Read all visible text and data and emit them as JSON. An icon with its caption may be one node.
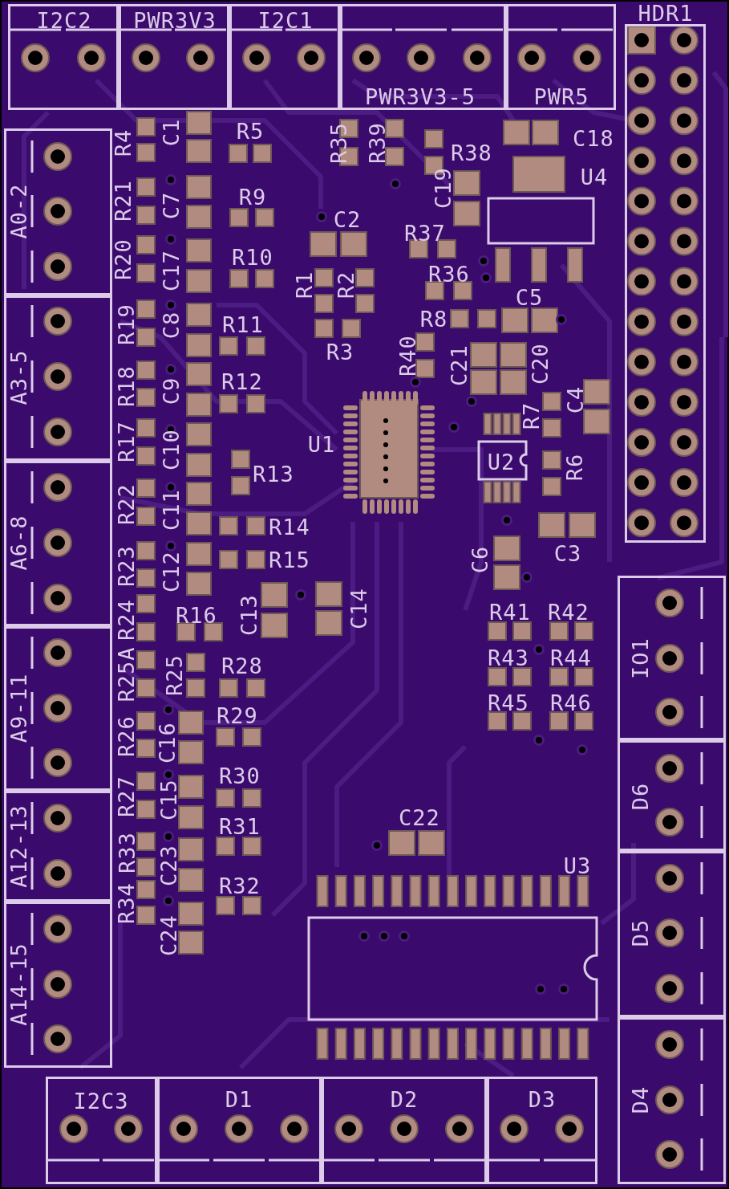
{
  "diagram": {
    "nodes": [
      {
        "text": [
          "I2C2"
        ]
      },
      {
        "text": [
          "PWR3V3"
        ]
      },
      {
        "text": [
          "I2C1"
        ]
      },
      {
        "text": [
          "PWR3V3-5"
        ]
      },
      {
        "text": [
          "PWR5"
        ]
      },
      {
        "text": [
          "HDR1"
        ]
      },
      {
        "text": [
          "A0-2"
        ]
      },
      {
        "text": [
          "A3-5"
        ]
      },
      {
        "text": [
          "A6-8"
        ]
      },
      {
        "text": [
          "A9-11"
        ]
      },
      {
        "text": [
          "A12-13"
        ]
      },
      {
        "text": [
          "A14-15"
        ]
      },
      {
        "text": [
          "IO1"
        ]
      },
      {
        "text": [
          "D6"
        ]
      },
      {
        "text": [
          "D5"
        ]
      },
      {
        "text": [
          "D4"
        ]
      },
      {
        "text": [
          "I2C3"
        ]
      },
      {
        "text": [
          "D1"
        ]
      },
      {
        "text": [
          "D2"
        ]
      },
      {
        "text": [
          "D3"
        ]
      }
    ],
    "labels": [
      "R4",
      "C1",
      "R5",
      "R35",
      "R39",
      "C18",
      "R38",
      "U4",
      "R21",
      "C7",
      "R9",
      "C19",
      "C2",
      "R37",
      "R20",
      "C17",
      "R10",
      "R1",
      "R2",
      "R36",
      "C5",
      "R8",
      "R19",
      "C8",
      "R11",
      "R3",
      "R40",
      "C21",
      "C20",
      "R18",
      "C9",
      "R12",
      "R7",
      "C4",
      "R17",
      "C10",
      "U1",
      "U2",
      "R13",
      "R6",
      "R22",
      "C11",
      "R14",
      "C3",
      "C6",
      "R23",
      "C12",
      "R15",
      "R24",
      "R16",
      "C13",
      "C14",
      "R41",
      "R42",
      "R43",
      "R44",
      "R25A",
      "R25",
      "R28",
      "R45",
      "R46",
      "R26",
      "C16",
      "R29",
      "R27",
      "C15",
      "R30",
      "C22",
      "R31",
      "R33",
      "C23",
      "U3",
      "R34",
      "C24",
      "R32"
    ]
  }
}
